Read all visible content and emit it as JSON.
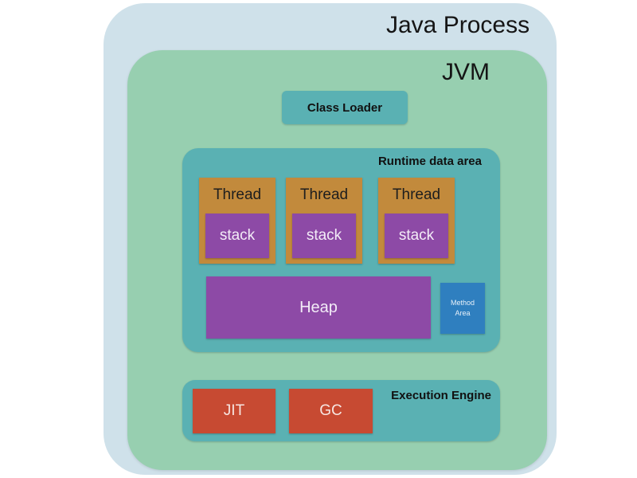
{
  "java_process": {
    "label": "Java Process"
  },
  "jvm": {
    "label": "JVM",
    "class_loader": "Class Loader",
    "runtime_data_area": {
      "label": "Runtime data area",
      "threads": [
        {
          "label": "Thread",
          "stack": "stack"
        },
        {
          "label": "Thread",
          "stack": "stack"
        },
        {
          "label": "Thread",
          "stack": "stack"
        }
      ],
      "heap": "Heap",
      "method_area": "Method Area"
    },
    "execution_engine": {
      "label": "Execution Engine",
      "jit": "JIT",
      "gc": "GC"
    }
  },
  "colors": {
    "java_process": "#cfe1ea",
    "jvm": "#97cfb0",
    "teal_box": "#5ab1b3",
    "thread": "#c28a3c",
    "stack_heap": "#8d4aa6",
    "method_area": "#2f7fbf",
    "engine_component": "#c74a32"
  }
}
